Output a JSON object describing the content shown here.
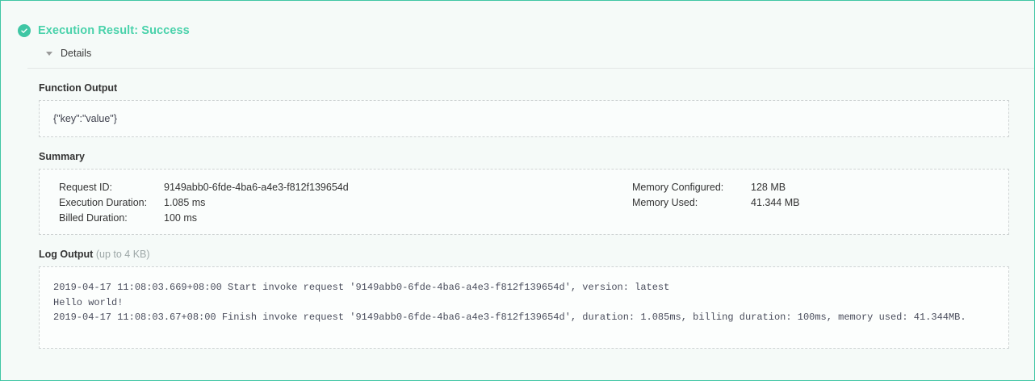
{
  "panel": {
    "accent_color": "#3fc6a4",
    "background_color": "#f5faf8"
  },
  "header": {
    "status_icon": "check-circle-icon",
    "title": "Execution Result: Success",
    "title_color": "#4ad2ab"
  },
  "details": {
    "caret_icon": "caret-down-icon",
    "label": "Details"
  },
  "function_output": {
    "title": "Function Output",
    "value": "{\"key\":\"value\"}"
  },
  "summary": {
    "title": "Summary",
    "left": [
      {
        "key": "Request ID:",
        "value": "9149abb0-6fde-4ba6-a4e3-f812f139654d"
      },
      {
        "key": "Execution Duration:",
        "value": "1.085 ms"
      },
      {
        "key": "Billed Duration:",
        "value": "100 ms"
      }
    ],
    "right": [
      {
        "key": "Memory Configured:",
        "value": "128 MB"
      },
      {
        "key": "Memory Used:",
        "value": "41.344 MB"
      }
    ]
  },
  "log_output": {
    "title": "Log Output",
    "subtitle": "(up to 4 KB)",
    "lines": [
      "2019-04-17 11:08:03.669+08:00 Start invoke request '9149abb0-6fde-4ba6-a4e3-f812f139654d', version: latest",
      "Hello world!",
      "2019-04-17 11:08:03.67+08:00 Finish invoke request '9149abb0-6fde-4ba6-a4e3-f812f139654d', duration: 1.085ms, billing duration: 100ms, memory used: 41.344MB."
    ]
  }
}
